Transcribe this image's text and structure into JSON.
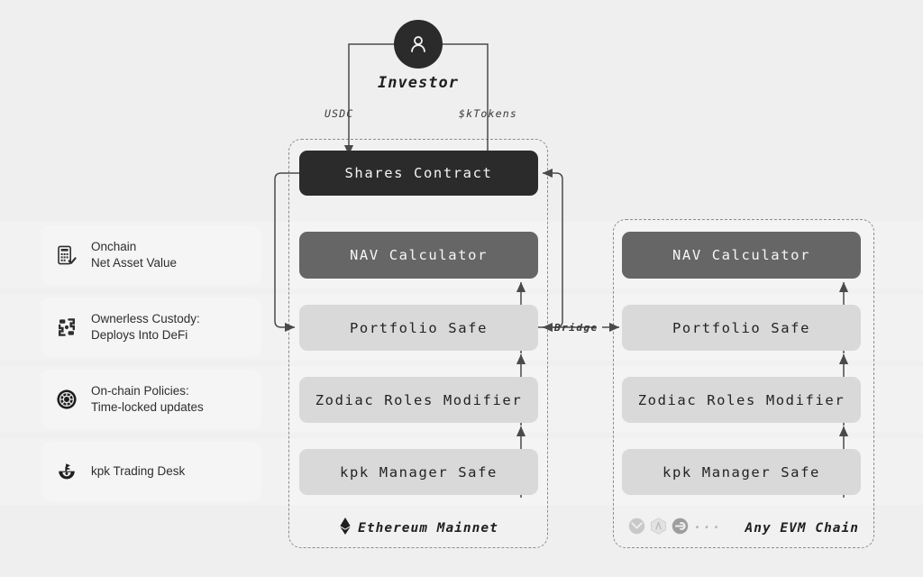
{
  "page": {
    "background": "#efefef",
    "accent_dark": "#2b2b2b",
    "accent_mid": "#666666",
    "accent_light": "#d9d9d9"
  },
  "investor": {
    "label": "Investor",
    "avatar_icon": "person-icon",
    "flows": [
      {
        "id": "usdc",
        "label": "USDC",
        "direction": "down-into-shares-contract"
      },
      {
        "id": "ktokens",
        "label": "$kTokens",
        "direction": "up-to-investor"
      }
    ]
  },
  "bridge": {
    "label": "Bridge"
  },
  "chains": [
    {
      "id": "ethereum",
      "footer_label": "Ethereum Mainnet",
      "footer_icon": "ethereum-icon",
      "nodes": [
        {
          "id": "shares-contract",
          "label": "Shares Contract",
          "tone": "dark"
        },
        {
          "id": "nav-calculator",
          "label": "NAV Calculator",
          "tone": "mid"
        },
        {
          "id": "portfolio-safe",
          "label": "Portfolio Safe",
          "tone": "light"
        },
        {
          "id": "zodiac-roles-modifier",
          "label": "Zodiac Roles Modifier",
          "tone": "light"
        },
        {
          "id": "kpk-manager-safe",
          "label": "kpk Manager Safe",
          "tone": "light"
        }
      ]
    },
    {
      "id": "any-evm",
      "footer_label": "Any EVM Chain",
      "footer_logos": [
        "gnosis-chain-icon",
        "arbitrum-icon",
        "optimism-icon"
      ],
      "footer_more": "···",
      "nodes": [
        {
          "id": "nav-calculator-2",
          "label": "NAV Calculator",
          "tone": "mid"
        },
        {
          "id": "portfolio-safe-2",
          "label": "Portfolio Safe",
          "tone": "light"
        },
        {
          "id": "zodiac-roles-modifier-2",
          "label": "Zodiac Roles Modifier",
          "tone": "light"
        },
        {
          "id": "kpk-manager-safe-2",
          "label": "kpk Manager Safe",
          "tone": "light"
        }
      ]
    }
  ],
  "features": [
    {
      "id": "onchain-nav",
      "icon": "calculator-check-icon",
      "line1": "Onchain",
      "line2": "Net Asset Value"
    },
    {
      "id": "ownerless-custody",
      "icon": "custody-icon",
      "line1": "Ownerless Custody:",
      "line2": "Deploys Into DeFi"
    },
    {
      "id": "onchain-policies",
      "icon": "zodiac-icon",
      "line1": "On-chain Policies:",
      "line2": "Time-locked updates"
    },
    {
      "id": "kpk-trading-desk",
      "icon": "kpk-logo-icon",
      "line1": "kpk Trading Desk",
      "line2": ""
    }
  ]
}
